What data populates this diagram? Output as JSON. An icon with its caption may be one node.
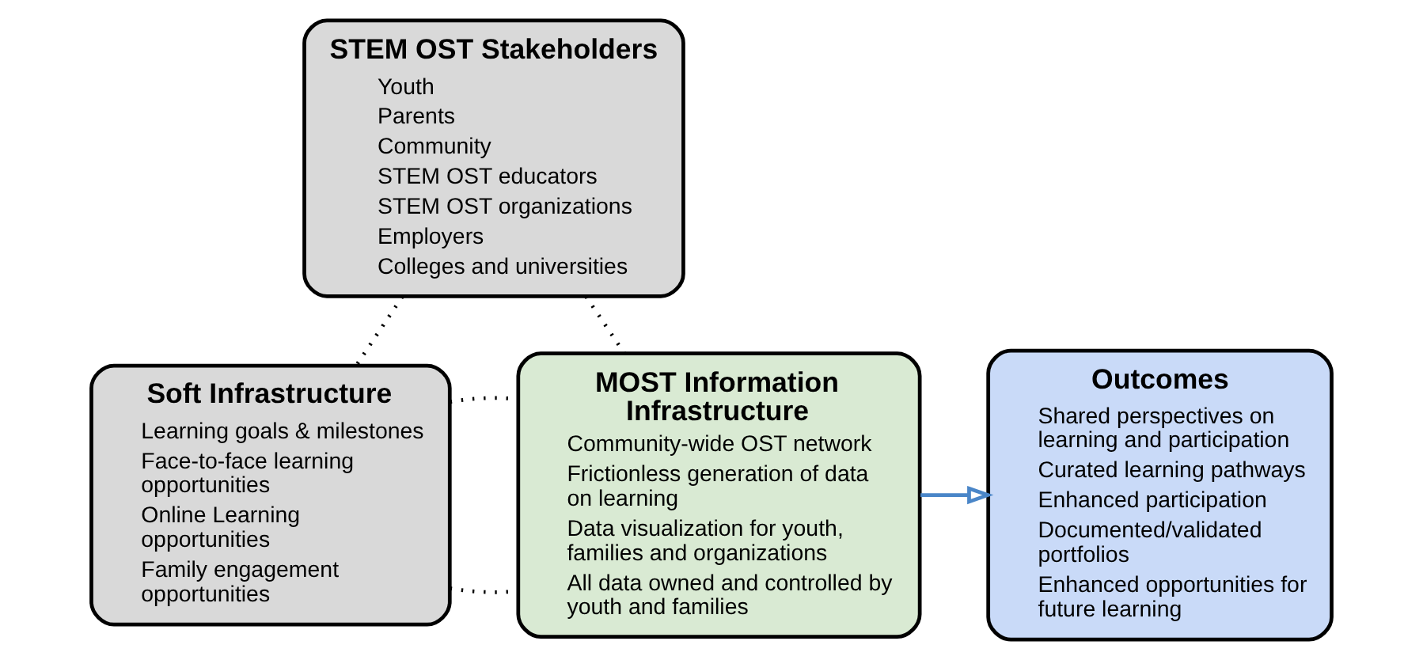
{
  "diagram": {
    "nodes": [
      {
        "text": [
          "STEM OST Stakeholders",
          "Youth",
          "Parents",
          "Community",
          "STEM OST educators",
          "STEM OST organizations",
          "Employers",
          "Colleges and universities"
        ]
      },
      {
        "text": [
          "Soft Infrastructure",
          "Learning goals & milestones",
          "Face-to-face learning opportunities",
          "Online Learning opportunities",
          "Family engagement opportunities"
        ]
      },
      {
        "text": [
          "MOST Information Infrastructure",
          "Community-wide OST network",
          "Frictionless generation of data on learning",
          "Data visualization for youth, families and organizations",
          "All data owned and controlled by youth and families"
        ]
      },
      {
        "text": [
          "Outcomes",
          "Shared perspectives on learning and participation",
          "Curated learning pathways",
          "Enhanced participation",
          "Documented/validated portfolios",
          "Enhanced opportunities for future learning"
        ]
      }
    ],
    "edges": [
      {
        "from": 0,
        "to": 1,
        "arrow": "none",
        "style": "dashed"
      },
      {
        "from": 0,
        "to": 2,
        "arrow": "none",
        "style": "dashed"
      },
      {
        "from": 1,
        "to": 2,
        "arrow": "none",
        "style": "dashed"
      },
      {
        "from": 1,
        "to": 2,
        "arrow": "none",
        "style": "dashed"
      },
      {
        "from": 2,
        "to": 3,
        "arrow": "to",
        "color": "#4a86c8"
      }
    ]
  }
}
